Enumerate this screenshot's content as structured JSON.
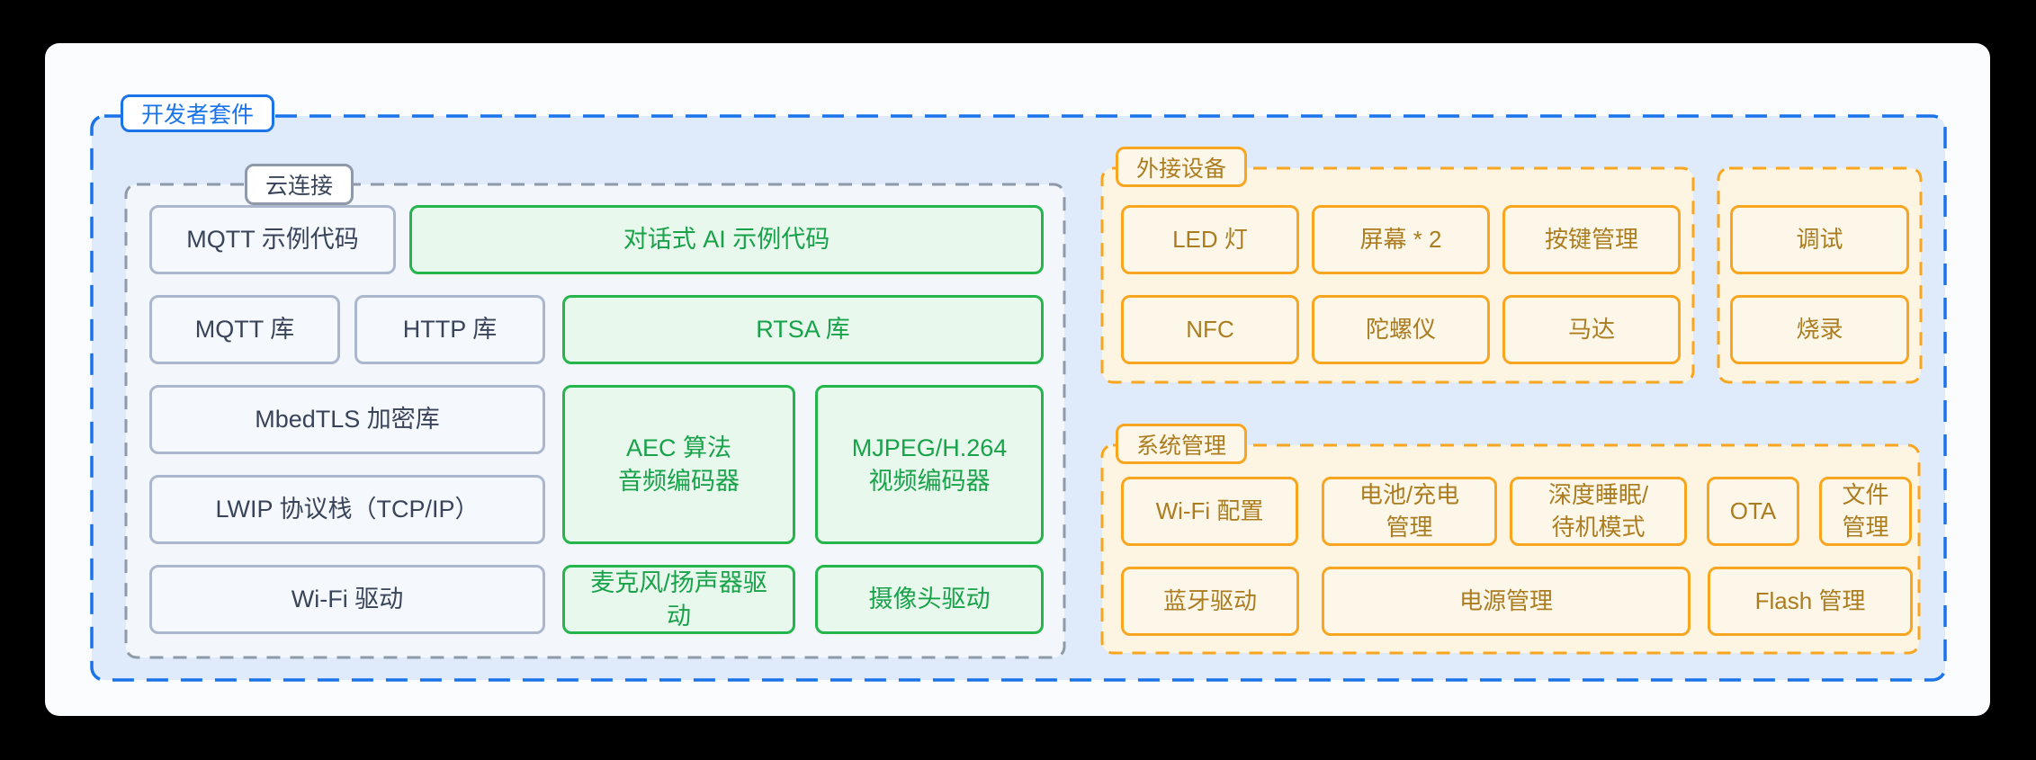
{
  "kit": {
    "label": "开发者套件"
  },
  "cloud": {
    "label": "云连接",
    "boxes": [
      {
        "label": "MQTT 示例代码"
      },
      {
        "label": "对话式 AI 示例代码"
      },
      {
        "label": "MQTT 库"
      },
      {
        "label": "HTTP 库"
      },
      {
        "label": "RTSA 库"
      },
      {
        "label": "MbedTLS 加密库"
      },
      {
        "label": "LWIP 协议栈（TCP/IP）"
      },
      {
        "label": "AEC 算法\n音频编码器"
      },
      {
        "label": "MJPEG/H.264\n视频编码器"
      },
      {
        "label": "Wi-Fi 驱动"
      },
      {
        "label": "麦克风/扬声器驱\n动"
      },
      {
        "label": "摄像头驱动"
      }
    ]
  },
  "peripherals": {
    "label": "外接设备",
    "boxes": [
      {
        "label": "LED 灯"
      },
      {
        "label": "屏幕 * 2"
      },
      {
        "label": "按键管理"
      },
      {
        "label": "NFC"
      },
      {
        "label": "陀螺仪"
      },
      {
        "label": "马达"
      }
    ]
  },
  "tools": {
    "boxes": [
      {
        "label": "调试"
      },
      {
        "label": "烧录"
      }
    ]
  },
  "system": {
    "label": "系统管理",
    "boxes": [
      {
        "label": "Wi-Fi 配置"
      },
      {
        "label": "电池/充电\n管理"
      },
      {
        "label": "深度睡眠/\n待机模式"
      },
      {
        "label": "OTA"
      },
      {
        "label": "文件\n管理"
      },
      {
        "label": "蓝牙驱动"
      },
      {
        "label": "电源管理"
      },
      {
        "label": "Flash 管理"
      }
    ]
  },
  "colors": {
    "accent_blue": "#1a73e8",
    "panel_blue_fill": "#dfebfa",
    "gray_border": "#8e99a9",
    "dark_text": "#39445a",
    "green_border": "#25b54d",
    "green_text": "#18a24a",
    "green_fill": "#e9f8ed",
    "orange_border": "#f8a61f",
    "orange_text": "#ab7d20",
    "orange_fill": "#fdf4e2"
  }
}
